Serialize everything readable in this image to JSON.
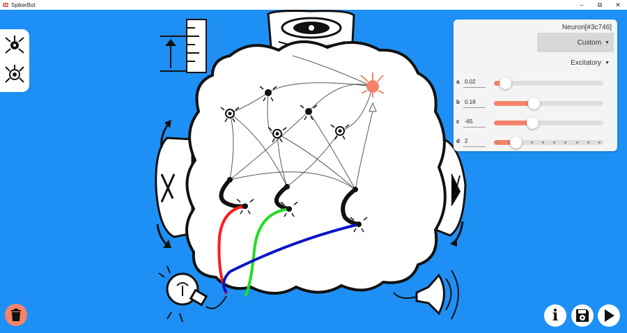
{
  "window": {
    "title": "SpikerBot",
    "minimize_glyph": "–",
    "maximize_glyph": "⧉",
    "close_glyph": "✕"
  },
  "sidebar": {
    "items": [
      {
        "name": "add-neuron",
        "icon": "neuron-add-icon"
      },
      {
        "name": "add-visual-neuron",
        "icon": "neuron-eye-icon"
      }
    ]
  },
  "panel": {
    "title": "Neuron[#3c746]",
    "preset": {
      "selected": "Custom"
    },
    "neuron_type": {
      "selected": "Excitatory"
    },
    "params": [
      {
        "label": "a",
        "value": "0.02",
        "fraction": 0.1
      },
      {
        "label": "b",
        "value": "0.18",
        "fraction": 0.36
      },
      {
        "label": "c",
        "value": "-65",
        "fraction": 0.35
      },
      {
        "label": "d",
        "value": "2",
        "fraction": 0.2
      }
    ]
  },
  "toolbar": {
    "trash_icon": "trash-icon",
    "info_label": "i",
    "save_icon": "save-icon",
    "play_icon": "play-icon"
  },
  "colors": {
    "background": "#1e90f5",
    "accent": "#f4836a",
    "red_wire": "#ff1a1a",
    "green_wire": "#22dd22",
    "blue_wire": "#0a14c8"
  }
}
